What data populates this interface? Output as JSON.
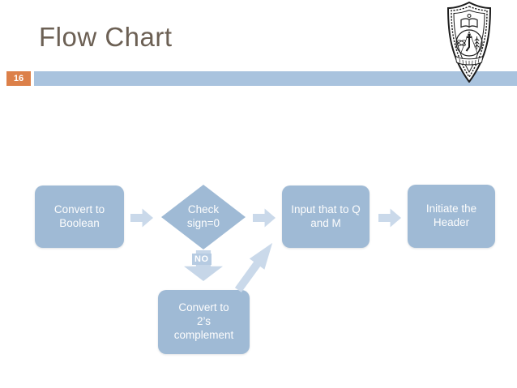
{
  "header": {
    "title": "Flow Chart",
    "page_number": "16",
    "logo_icon": "university-crest-icon"
  },
  "colors": {
    "accent_orange": "#dc8049",
    "header_bar_blue": "#a9c3de",
    "node_fill": "#9fbad5",
    "arrow_fill": "#cad9ea",
    "title_text": "#6c6054",
    "node_text": "#ffffff"
  },
  "flowchart": {
    "nodes": [
      {
        "type": "process",
        "label": "Convert to\nBoolean"
      },
      {
        "type": "decision",
        "label": "Check\nsign=0"
      },
      {
        "type": "process",
        "label": "Input that to Q\nand M"
      },
      {
        "type": "process",
        "label": "Initiate the\nHeader"
      },
      {
        "type": "process",
        "label": "Convert to\n2’s\ncomplement"
      }
    ],
    "edges": [
      {
        "from": "Convert to Boolean",
        "to": "Check sign=0"
      },
      {
        "from": "Check sign=0",
        "to": "Input that to Q and M"
      },
      {
        "from": "Input that to Q and M",
        "to": "Initiate the Header"
      },
      {
        "from": "Check sign=0",
        "to": "Convert to 2’s complement",
        "label": "NO"
      },
      {
        "from": "Convert to 2’s complement",
        "to": "Input that to Q and M"
      }
    ]
  }
}
